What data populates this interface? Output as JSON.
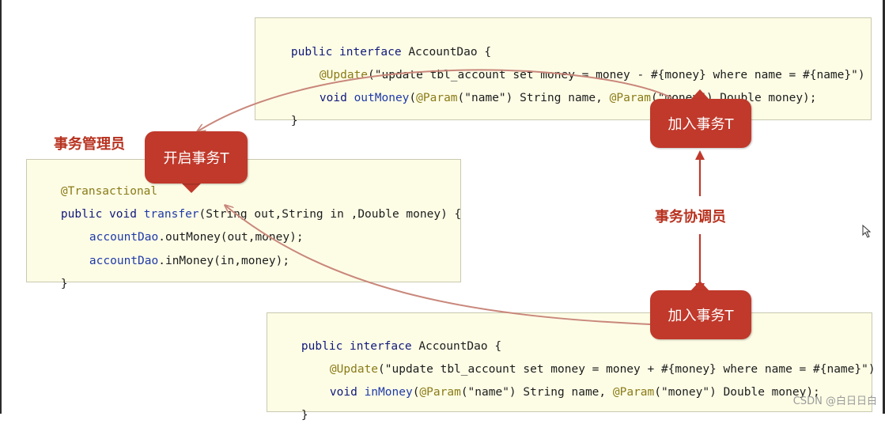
{
  "top_box": {
    "line1": [
      "public interface ",
      "AccountDao {"
    ],
    "line2": [
      "@Update",
      "(\"update tbl_account set money = money - #{money} where name = #{name}\")"
    ],
    "line3": [
      "void ",
      "outMoney",
      "(",
      "@Param",
      "(\"name\") String name, ",
      "@Param",
      "(\"money\") Double money);"
    ],
    "line4": "}"
  },
  "middle_box": {
    "line1": "@Transactional",
    "line2": [
      "public void ",
      "transfer",
      "(String out,String in ,Double money) {"
    ],
    "line3": [
      "accountDao",
      ".outMoney(out,money);"
    ],
    "line4": [
      "accountDao",
      ".inMoney(in,money);"
    ],
    "line5": "}"
  },
  "bottom_box": {
    "line1": [
      "public interface ",
      "AccountDao {"
    ],
    "line2": [
      "@Update",
      "(\"update tbl_account set money = money + #{money} where name = #{name}\")"
    ],
    "line3": [
      "void ",
      "inMoney",
      "(",
      "@Param",
      "(\"name\") String name, ",
      "@Param",
      "(\"money\") Double money);"
    ],
    "line4": "}"
  },
  "bubbles": {
    "start": "开启事务T",
    "join_top": "加入事务T",
    "join_bottom": "加入事务T"
  },
  "labels": {
    "manager": "事务管理员",
    "coordinator": "事务协调员"
  },
  "watermark": "CSDN @白日日白",
  "colors": {
    "accent_red": "#c0392b",
    "label_red": "#b8321f",
    "arrow": "#c9877b",
    "box_bg": "#fdfde6"
  }
}
